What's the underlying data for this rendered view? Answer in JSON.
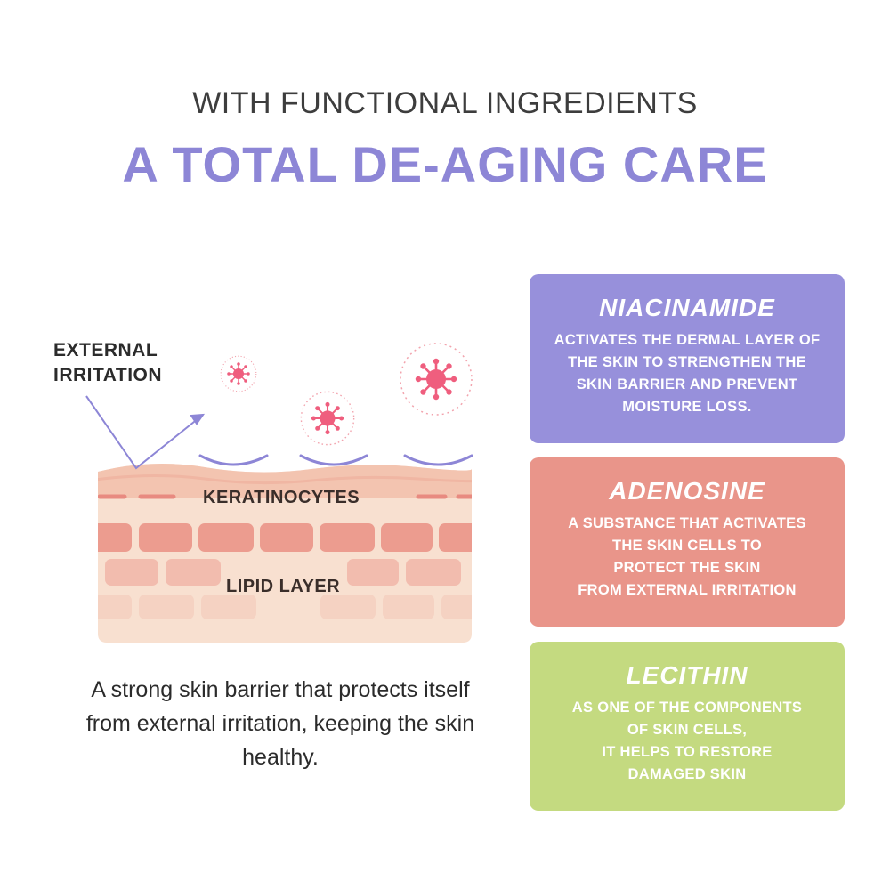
{
  "header": {
    "subtitle": "WITH FUNCTIONAL INGREDIENTS",
    "title": "A TOTAL DE-AGING CARE"
  },
  "diagram": {
    "irritation_label": "EXTERNAL IRRITATION",
    "keratinocytes_label": "KERATINOCYTES",
    "lipid_label": "LIPID LAYER",
    "caption": "A strong skin barrier that protects itself from external irritation, keeping the skin healthy."
  },
  "cards": [
    {
      "title": "NIACINAMIDE",
      "lines": [
        "ACTIVATES THE DERMAL LAYER OF",
        "THE SKIN TO STRENGTHEN THE",
        "SKIN BARRIER AND PREVENT",
        "MOISTURE LOSS."
      ],
      "color": "#9790db"
    },
    {
      "title": "ADENOSINE",
      "lines": [
        "A SUBSTANCE THAT ACTIVATES",
        "THE SKIN CELLS TO",
        "PROTECT THE SKIN",
        "FROM EXTERNAL IRRITATION"
      ],
      "color": "#e9958a"
    },
    {
      "title": "LECITHIN",
      "lines": [
        "AS ONE OF THE COMPONENTS",
        "OF SKIN CELLS,",
        "IT HELPS TO RESTORE",
        "DAMAGED SKIN"
      ],
      "color": "#c4da80"
    }
  ],
  "colors": {
    "title_purple": "#8d86d6",
    "virus_pink": "#ef5e7e",
    "skin_light": "#f7dccb",
    "cell_pink": "#ec9c8f"
  }
}
